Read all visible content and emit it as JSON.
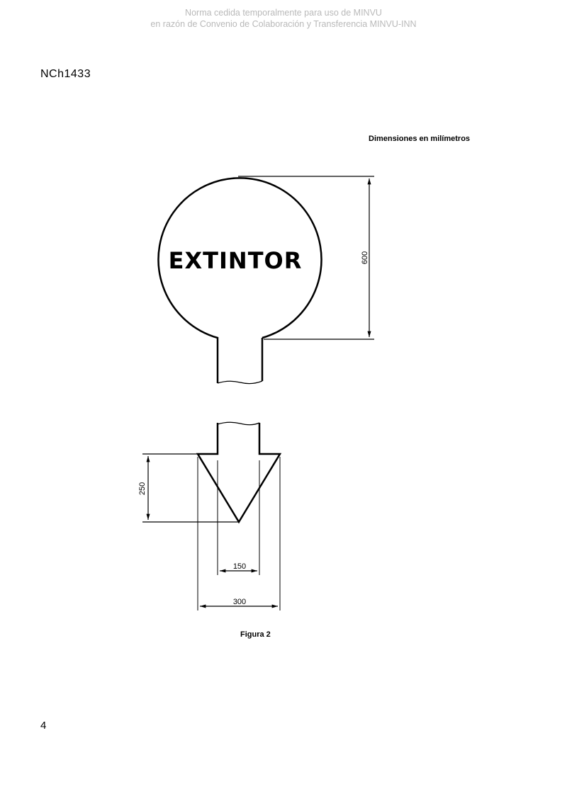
{
  "watermark": {
    "line1": "Norma cedida temporalmente para uso de MINVU",
    "line2": "en razón de Convenio de Colaboración y Transferencia MINVU-INN"
  },
  "header": {
    "doc_code": "NCh1433"
  },
  "figure": {
    "dimensions_note": "Dimensiones en milímetros",
    "sign_text": "EXTINTOR",
    "dim_circle_height": "600",
    "dim_arrow_height": "250",
    "dim_shaft_width": "150",
    "dim_arrow_width": "300",
    "caption": "Figura 2"
  },
  "footer": {
    "page_number": "4"
  }
}
